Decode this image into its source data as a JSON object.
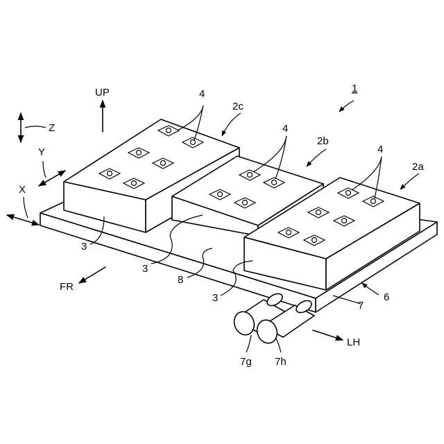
{
  "labels": {
    "device": "1",
    "module_a": "2a",
    "module_b": "2b",
    "module_c": "2c",
    "part_3": "3",
    "part_4": "4",
    "cooler": "6",
    "plate": "7",
    "sheet": "8",
    "pipe_g": "7g",
    "pipe_h": "7h"
  },
  "directions": {
    "up": "UP",
    "front": "FR",
    "left": "LH",
    "x": "X",
    "y": "Y",
    "z": "Z"
  }
}
